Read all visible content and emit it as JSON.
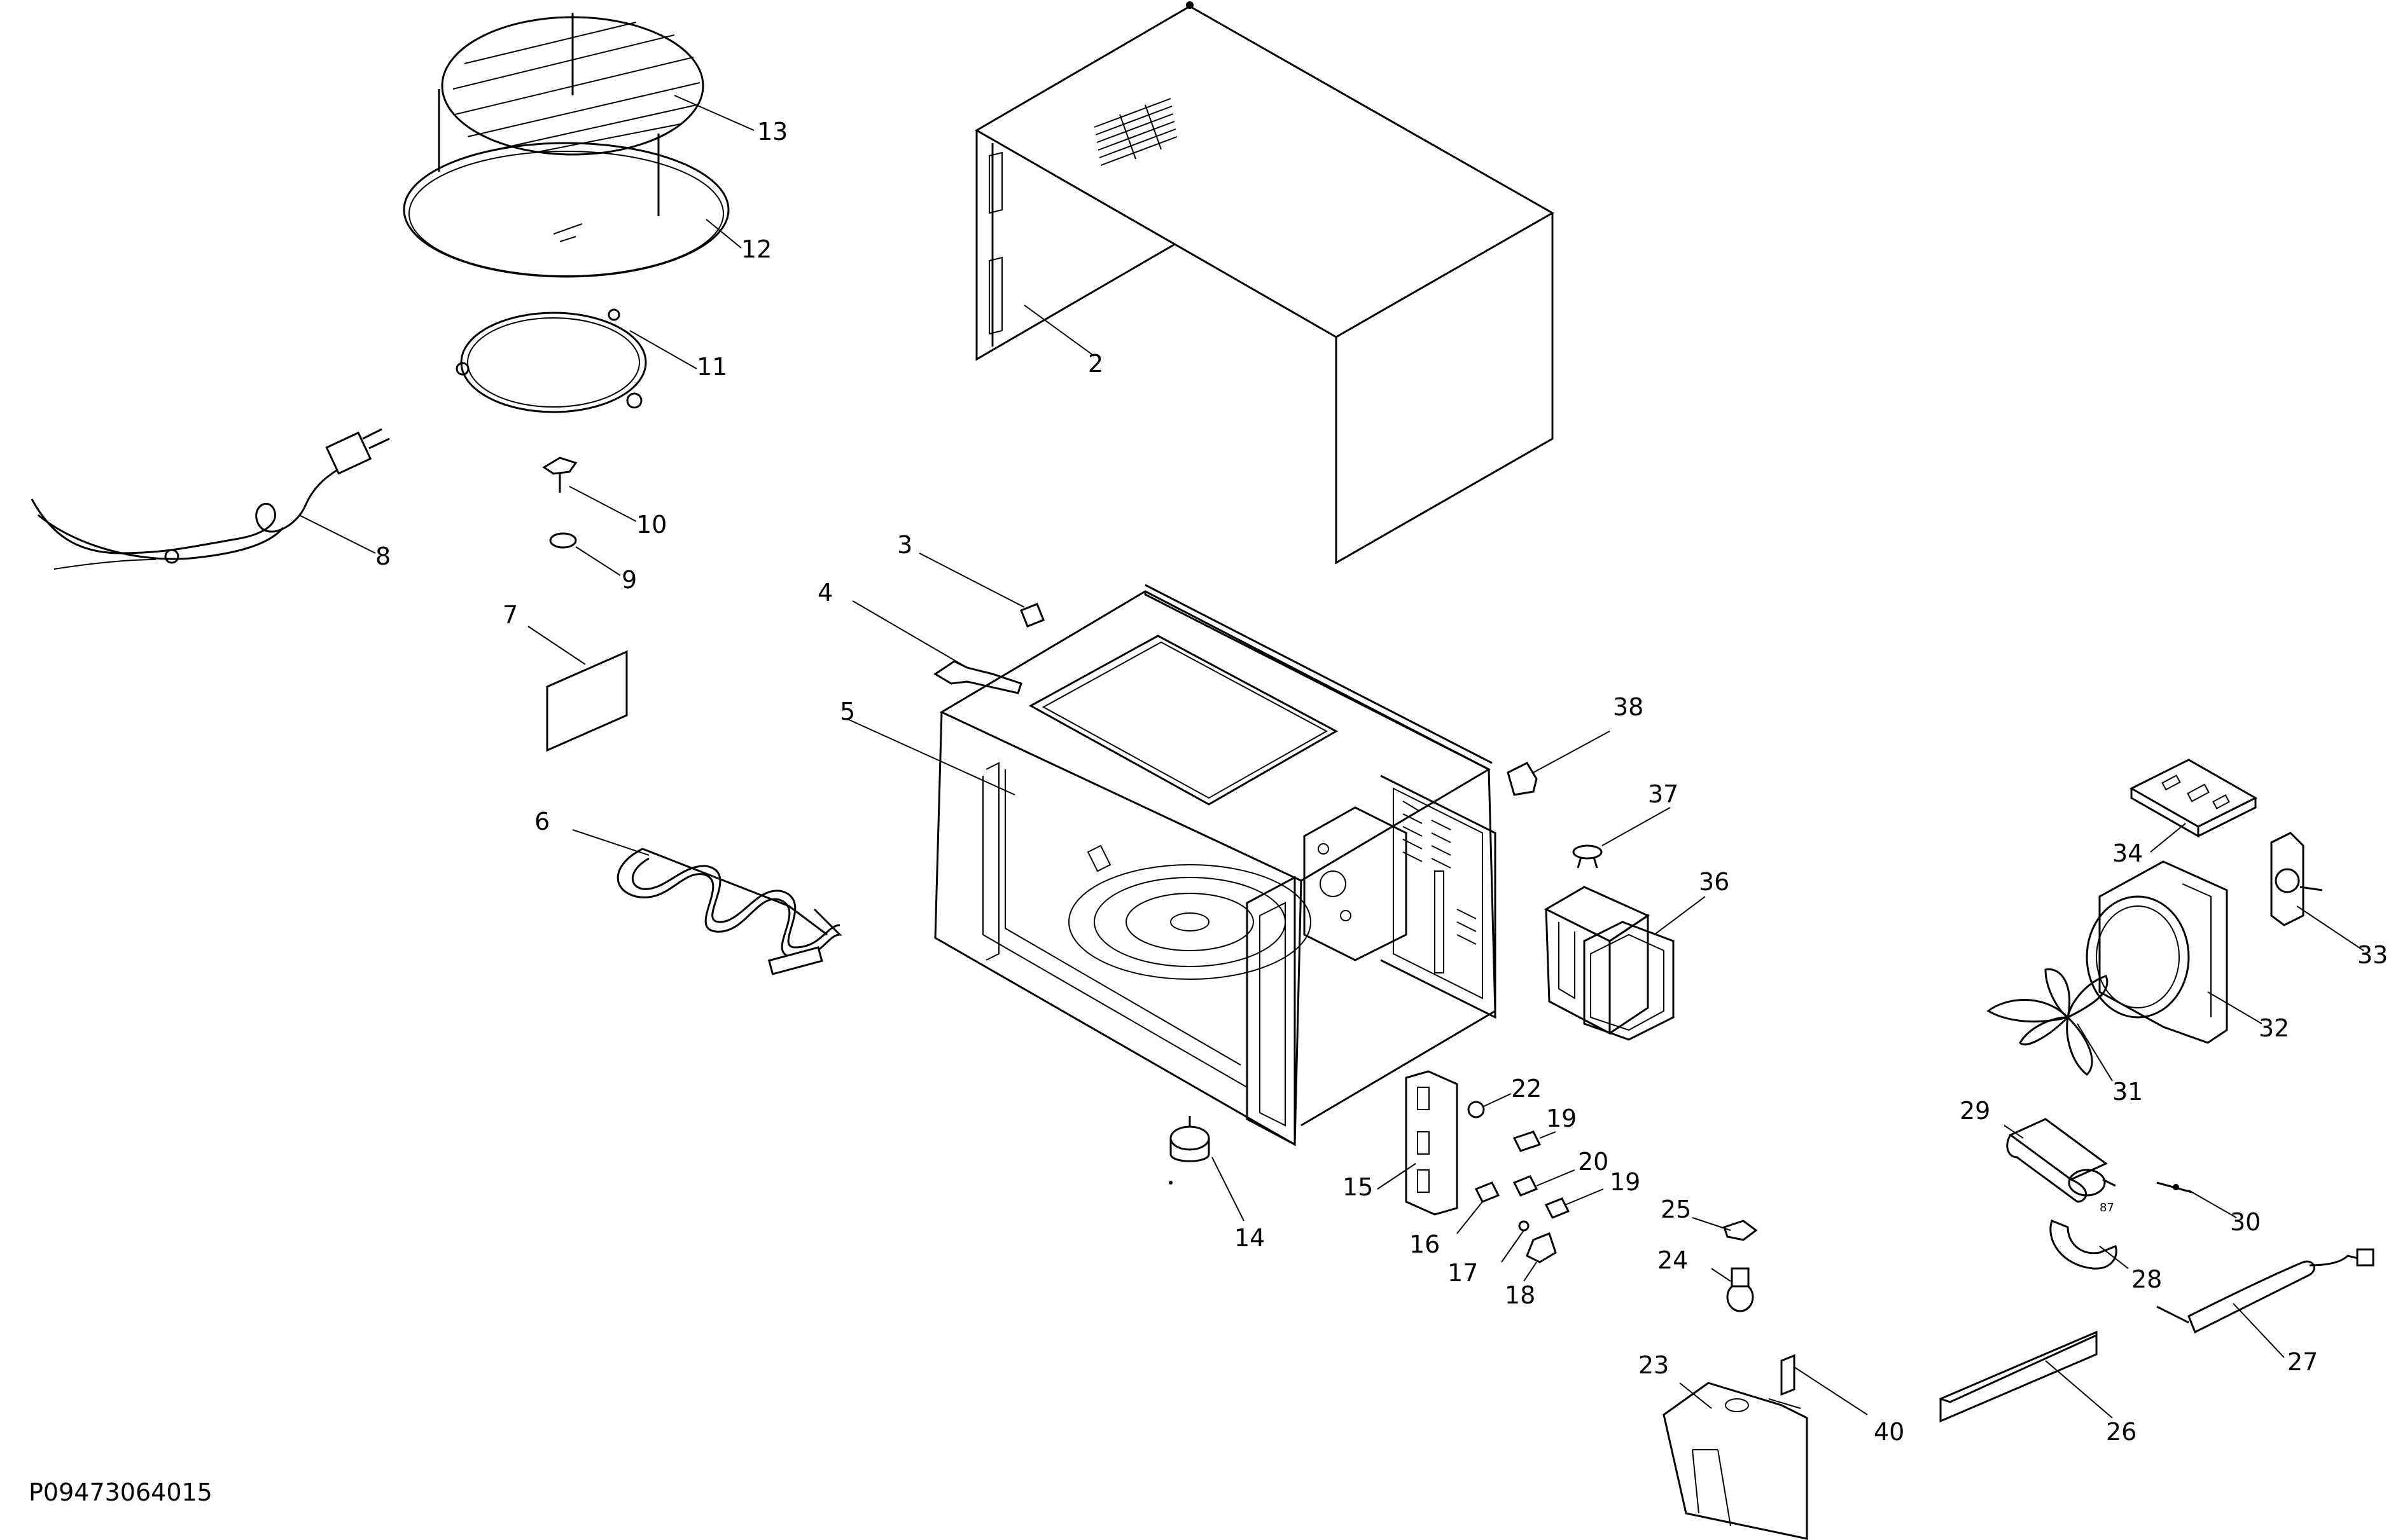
{
  "drawing_code": "P09473064015",
  "callouts": [
    {
      "id": "c2",
      "label": "2"
    },
    {
      "id": "c3",
      "label": "3"
    },
    {
      "id": "c4",
      "label": "4"
    },
    {
      "id": "c5",
      "label": "5"
    },
    {
      "id": "c6",
      "label": "6"
    },
    {
      "id": "c7",
      "label": "7"
    },
    {
      "id": "c8",
      "label": "8"
    },
    {
      "id": "c9",
      "label": "9"
    },
    {
      "id": "c10",
      "label": "10"
    },
    {
      "id": "c11",
      "label": "11"
    },
    {
      "id": "c12",
      "label": "12"
    },
    {
      "id": "c13",
      "label": "13"
    },
    {
      "id": "c14",
      "label": "14"
    },
    {
      "id": "c15",
      "label": "15"
    },
    {
      "id": "c16",
      "label": "16"
    },
    {
      "id": "c17",
      "label": "17"
    },
    {
      "id": "c18",
      "label": "18"
    },
    {
      "id": "c19a",
      "label": "19"
    },
    {
      "id": "c19b",
      "label": "19"
    },
    {
      "id": "c20",
      "label": "20"
    },
    {
      "id": "c22",
      "label": "22"
    },
    {
      "id": "c23",
      "label": "23"
    },
    {
      "id": "c24",
      "label": "24"
    },
    {
      "id": "c25",
      "label": "25"
    },
    {
      "id": "c26",
      "label": "26"
    },
    {
      "id": "c27",
      "label": "27"
    },
    {
      "id": "c28",
      "label": "28"
    },
    {
      "id": "c29",
      "label": "29"
    },
    {
      "id": "c30",
      "label": "30"
    },
    {
      "id": "c31",
      "label": "31"
    },
    {
      "id": "c32",
      "label": "32"
    },
    {
      "id": "c33",
      "label": "33"
    },
    {
      "id": "c34",
      "label": "34"
    },
    {
      "id": "c36",
      "label": "36"
    },
    {
      "id": "c37",
      "label": "37"
    },
    {
      "id": "c38",
      "label": "38"
    },
    {
      "id": "c40",
      "label": "40"
    }
  ]
}
